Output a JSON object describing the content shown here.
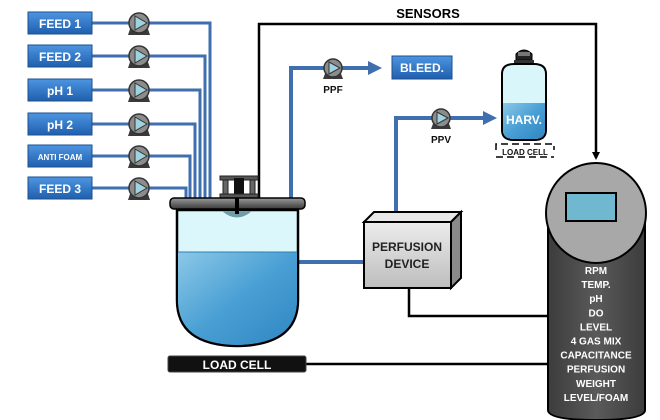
{
  "title": "Perfusion Bioreactor Setup",
  "inputs": [
    {
      "label": "FEED 1"
    },
    {
      "label": "FEED 2"
    },
    {
      "label": "pH 1"
    },
    {
      "label": "pH 2"
    },
    {
      "label": "ANTI FOAM"
    },
    {
      "label": "FEED 3"
    }
  ],
  "sensors_label": "SENSORS",
  "pumps": {
    "ppf": "PPF",
    "ppv": "PPV"
  },
  "bleed_label": "BLEED.",
  "harvest": {
    "label": "HARV.",
    "load_cell": "LOAD CELL"
  },
  "perfusion_device": {
    "line1": "PERFUSION",
    "line2": "DEVICE"
  },
  "reactor_load_cell": "LOAD CELL",
  "controller": {
    "parameters": [
      "RPM",
      "TEMP.",
      "pH",
      "DO",
      "LEVEL",
      "4 GAS MIX",
      "CAPACITANCE",
      "PERFUSION",
      "WEIGHT",
      "LEVEL/FOAM"
    ]
  },
  "colors": {
    "pipe": "#3f6fae",
    "button": "#2e75c9",
    "controller_body": "#4a4a4a",
    "controller_head": "#a6a6a6",
    "screen": "#6fb8cf",
    "liquid": "#4fa3d6",
    "headspace": "#d9f6fb"
  }
}
